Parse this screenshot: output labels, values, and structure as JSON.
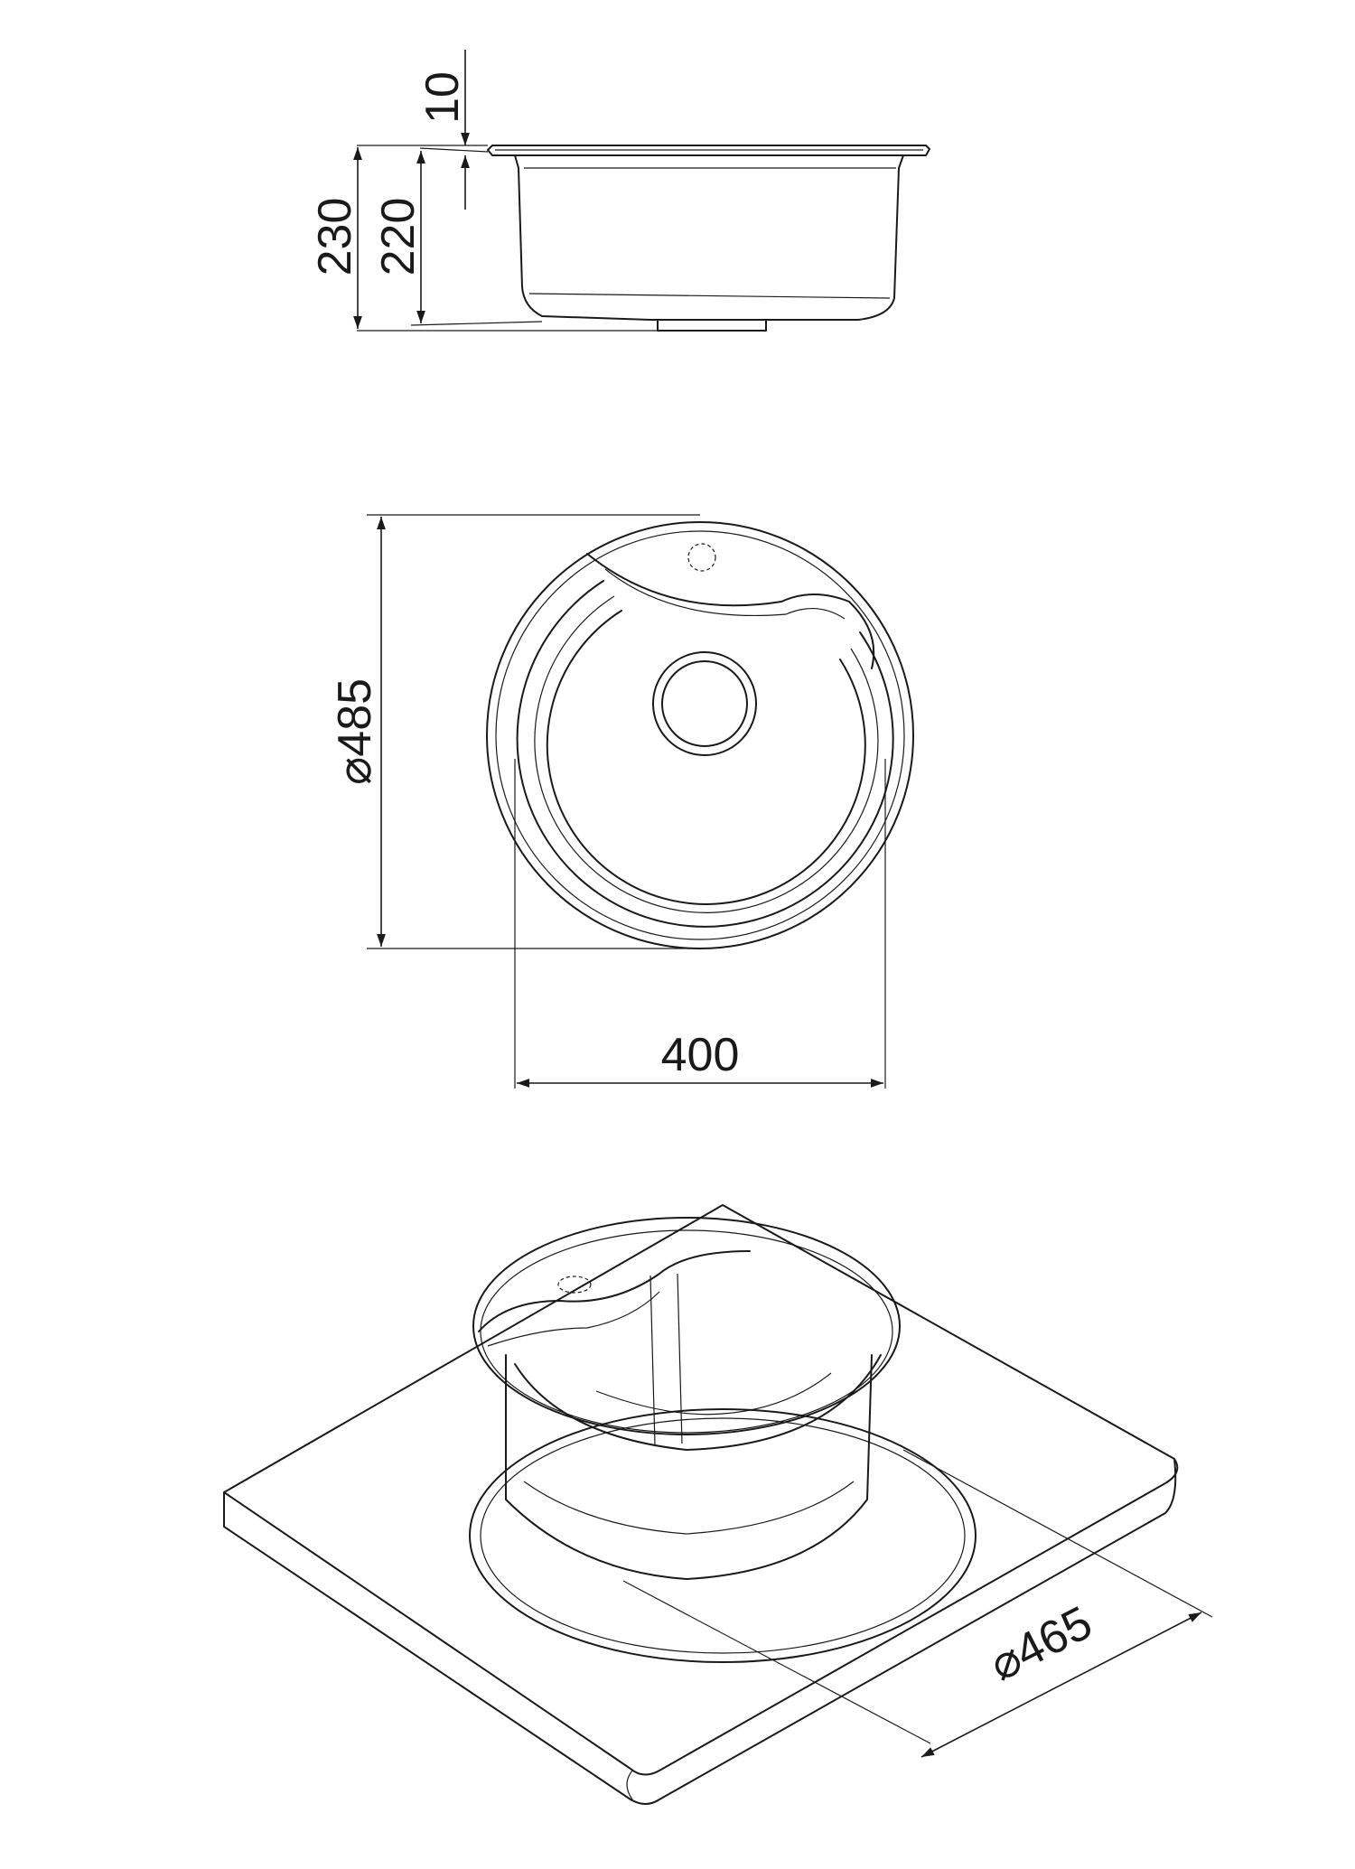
{
  "drawing": {
    "side_view": {
      "dim_rim": "10",
      "dim_total_height": "230",
      "dim_bowl_depth": "220"
    },
    "top_view": {
      "dim_outer_diameter": "⌀485",
      "dim_bowl_width": "400"
    },
    "iso_view": {
      "dim_cutout_diameter": "⌀465"
    }
  }
}
